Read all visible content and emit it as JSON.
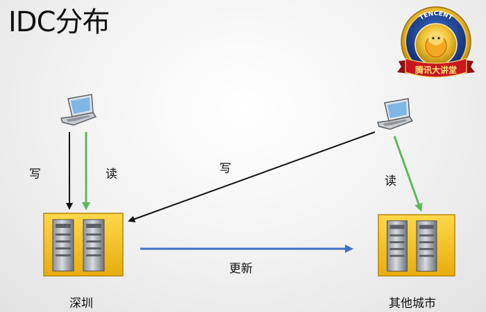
{
  "slide": {
    "title": "IDC分布"
  },
  "badge": {
    "ring_text": "TENCENT",
    "ribbon_text": "腾讯大讲堂",
    "ring_color": "#1a3f8f",
    "ribbon_color": "#c8171e",
    "gold_color": "#e7b417"
  },
  "nodes": {
    "left_dc_label": "深圳",
    "right_dc_label": "其他城市"
  },
  "edges": {
    "left_write": "写",
    "left_read": "读",
    "cross_write": "写",
    "right_read": "读",
    "sync": "更新"
  },
  "colors": {
    "write_arrow": "#111111",
    "read_arrow": "#5cb85c",
    "sync_arrow": "#3f6fc4",
    "dc_fill": "#f3c21b"
  }
}
